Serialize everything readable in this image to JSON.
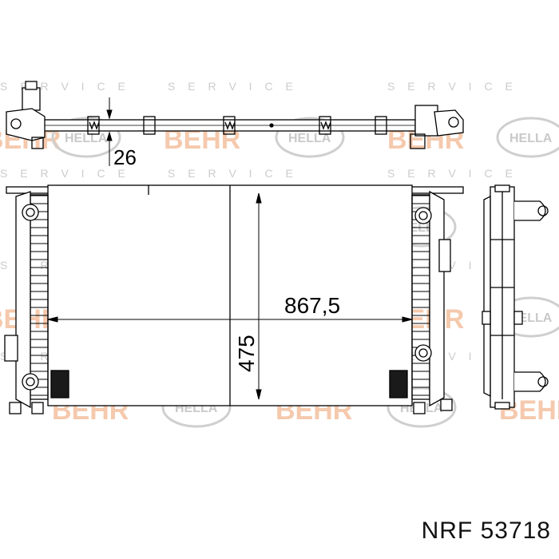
{
  "watermark": {
    "brand_behr": "BEHR",
    "brand_hella": "HELLA",
    "service_text": "S E R V I C E",
    "brand_color": "#f5c9ad",
    "hella_color": "#c9c9c9"
  },
  "dimensions": {
    "top_thickness": "26",
    "core_width": "867,5",
    "core_height": "475"
  },
  "caption": "NRF 53718"
}
